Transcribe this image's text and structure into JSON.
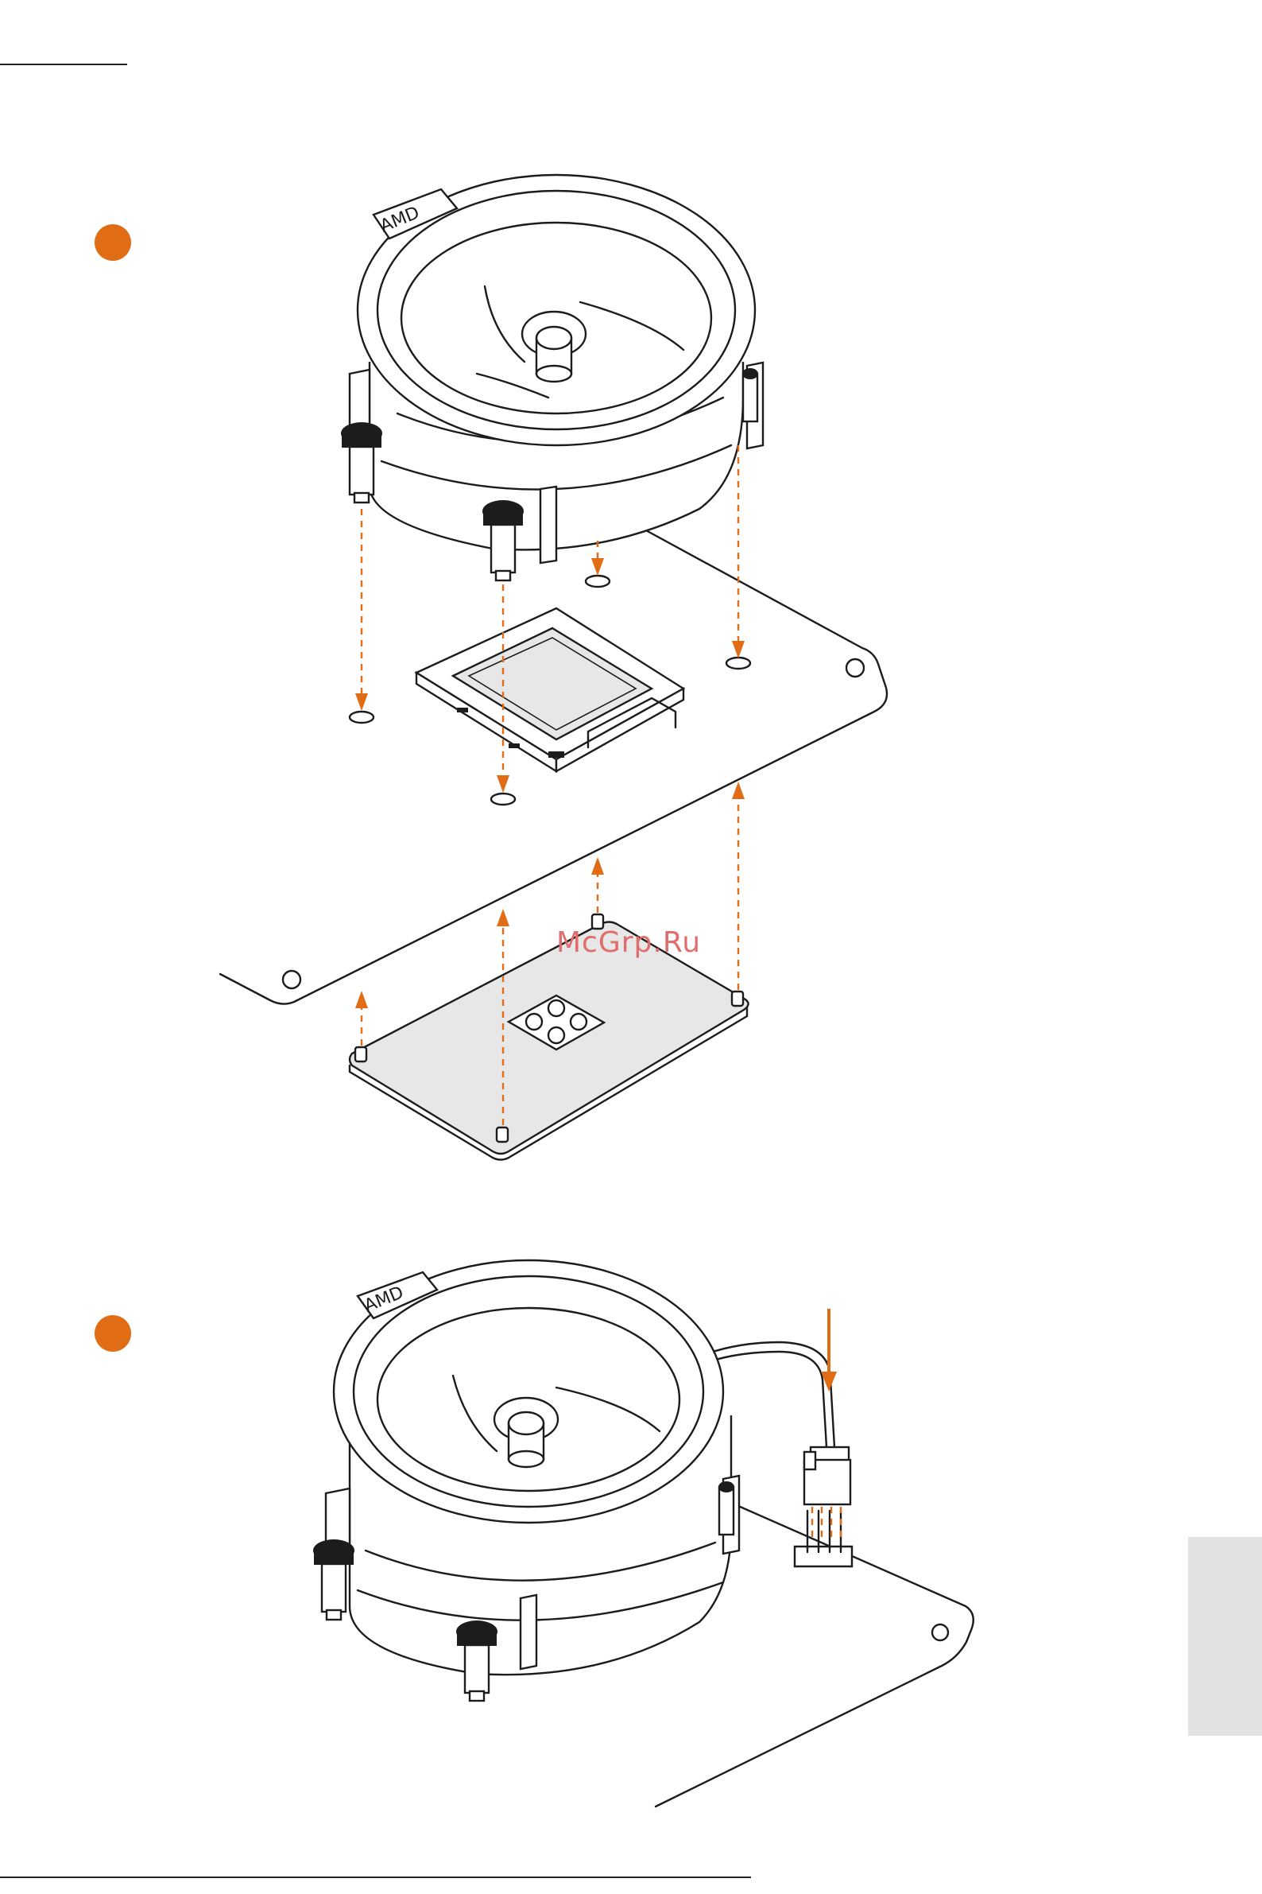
{
  "steps": [
    {
      "id": "step-1",
      "badge_color": "#e06c16"
    },
    {
      "id": "step-2",
      "badge_color": "#e06c16"
    }
  ],
  "fan_logo": {
    "text": "AMD"
  },
  "watermark": {
    "text": "McGrp.Ru"
  },
  "colors": {
    "accent": "#e06c16",
    "line": "#1c1c1c",
    "plate_fill": "#e7e7e7",
    "side_tab": "#e2e2e2",
    "watermark": "#e06c6c"
  }
}
